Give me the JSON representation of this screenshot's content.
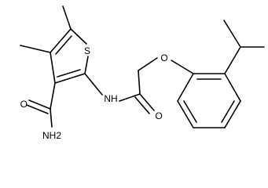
{
  "molecule": {
    "atoms": {
      "s1": "S",
      "o_carbonyl_amide": "O",
      "n_amide_h": "NH",
      "o_ether": "O",
      "o_carboxamide": "O",
      "nh2": "NH2"
    }
  }
}
